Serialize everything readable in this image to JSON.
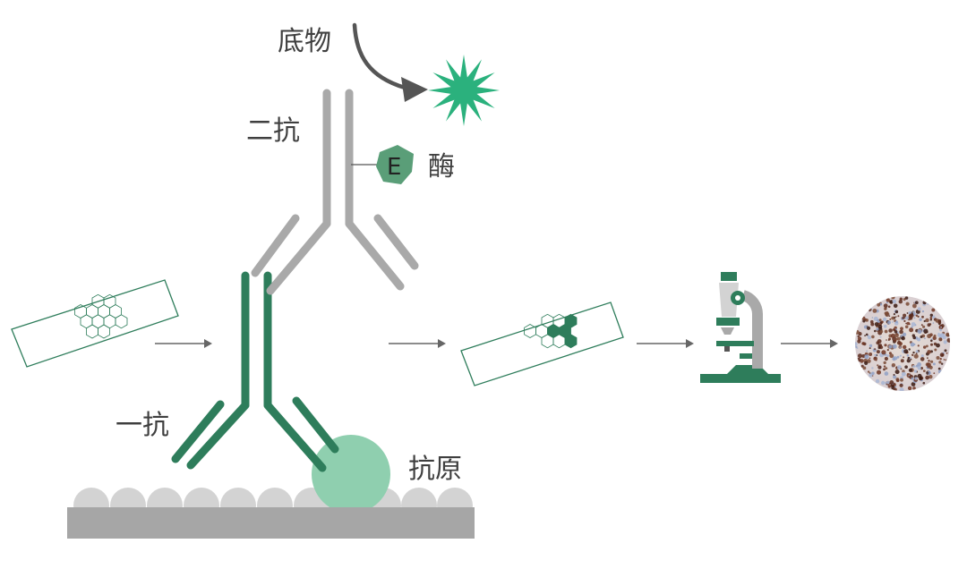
{
  "labels": {
    "substrate": "底物",
    "secondary_antibody": "二抗",
    "enzyme_letter": "E",
    "enzyme": "酶",
    "primary_antibody": "一抗",
    "antigen": "抗原"
  },
  "colors": {
    "green": "#2e7d5b",
    "bright_green": "#2bb17d",
    "antigen_green": "#8fcfaf",
    "enzyme_green": "#5a9e78",
    "gray": "#a9a9a9",
    "dark_gray": "#555555",
    "cell_gray": "#d3d3d3",
    "base_gray": "#a6a6a6",
    "arrow": "#666666"
  },
  "icons": [
    "star-burst-icon",
    "microscope-icon",
    "tissue-sample-icon",
    "arrow-icon",
    "glass-slide-icon"
  ]
}
